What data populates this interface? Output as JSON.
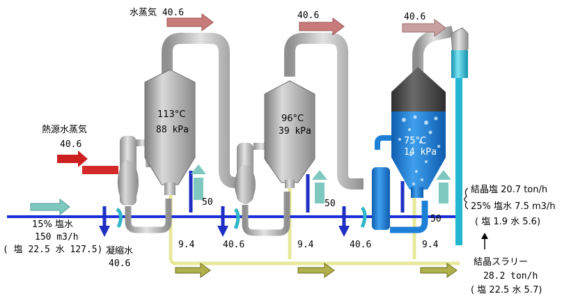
{
  "colors": {
    "steam_arrow": "#c97b7b",
    "heat_steam_arrow": "#cc1f1f",
    "brine_arrow": "#7ec8c0",
    "condensate": "#1f2fc4",
    "feed_line": "#1a2fd6",
    "slurry_line": "#e8e89a",
    "slurry_arrow": "#9a9a2a",
    "vessel_gray": "#a8a8a8",
    "crystallizer_blue": "#1e7fd6",
    "crystallizer_top": "#4a4a4a",
    "salt_column": "#23b6d0"
  },
  "labels": {
    "vapor_top_1": "水蒸気 40.6",
    "vapor_top_2": "40.6",
    "vapor_top_3": "40.6",
    "heat_source_line1": "熱源水蒸気",
    "heat_source_line2": "40.6",
    "brine_in_line1": "15% 塩水",
    "brine_in_line2": "150 m3/h",
    "brine_in_line3": "( 塩 22.5  水 127.5)",
    "condensate_line1": "凝縮水",
    "condensate_line2": "40.6",
    "effect1_temp": "113°C",
    "effect1_press": "88 kPa",
    "effect2_temp": "96°C",
    "effect2_press": "39 kPa",
    "effect3_temp": "75°C",
    "effect3_press": "14 kPa",
    "recirc_1": "50",
    "recirc_2": "50",
    "recirc_3": "50",
    "cond_2": "40.6",
    "cond_3": "40.6",
    "flow_1": "9.4",
    "flow_2": "9.4",
    "flow_3": "9.4",
    "salt_line1": "結晶塩 20.7 ton/h",
    "salt_line2": "25% 塩水 7.5 m3/h",
    "salt_line3": "( 塩 1.9  水 5.6)",
    "slurry_line1": "結晶スラリー",
    "slurry_line2": "28.2 ton/h",
    "slurry_line3": "( 塩 22.5  水 5.7)"
  }
}
